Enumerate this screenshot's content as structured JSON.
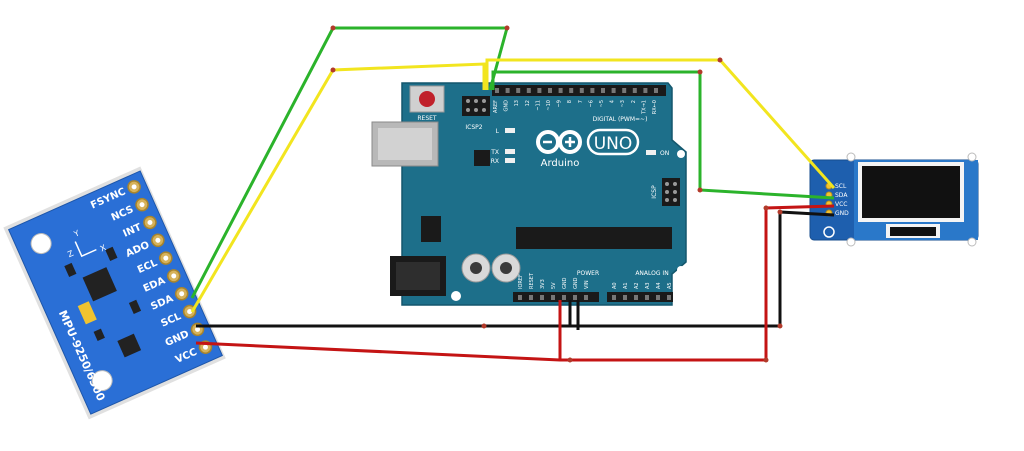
{
  "mpu": {
    "model": "MPU-9250/6500",
    "pins": [
      "FSYNC",
      "NCS",
      "INT",
      "ADO",
      "ECL",
      "EDA",
      "SDA",
      "SCL",
      "GND",
      "VCC"
    ],
    "axis_y": "Y",
    "axis_x": "X",
    "axis_z": "Z"
  },
  "arduino": {
    "brand": "Arduino",
    "model": "UNO",
    "reset_label": "RESET",
    "icsp2_label": "ICSP2",
    "icsp_label": "ICSP",
    "led_l": "L",
    "led_tx": "TX",
    "led_rx": "RX",
    "on_label": "ON",
    "digital_label": "DIGITAL (PWM=~)",
    "power_label": "POWER",
    "analog_label": "ANALOG IN",
    "top_pins": [
      "AREF",
      "GND",
      "13",
      "12",
      "~11",
      "~10",
      "~9",
      "8",
      "7",
      "~6",
      "~5",
      "4",
      "~3",
      "2",
      "TX→1",
      "RX←0"
    ],
    "power_pins": [
      "IOREF",
      "RESET",
      "3V3",
      "5V",
      "GND",
      "GND",
      "VIN"
    ],
    "analog_pins": [
      "A0",
      "A1",
      "A2",
      "A3",
      "A4",
      "A5"
    ]
  },
  "oled": {
    "pins": [
      "SCL",
      "SDA",
      "VCC",
      "GND"
    ]
  },
  "colors": {
    "board_blue": "#1d6f8a",
    "mpu_blue": "#2a6fd6",
    "wire_green": "#2bb32b",
    "wire_yellow": "#f2e51f",
    "wire_red": "#c41414",
    "wire_black": "#111111"
  }
}
